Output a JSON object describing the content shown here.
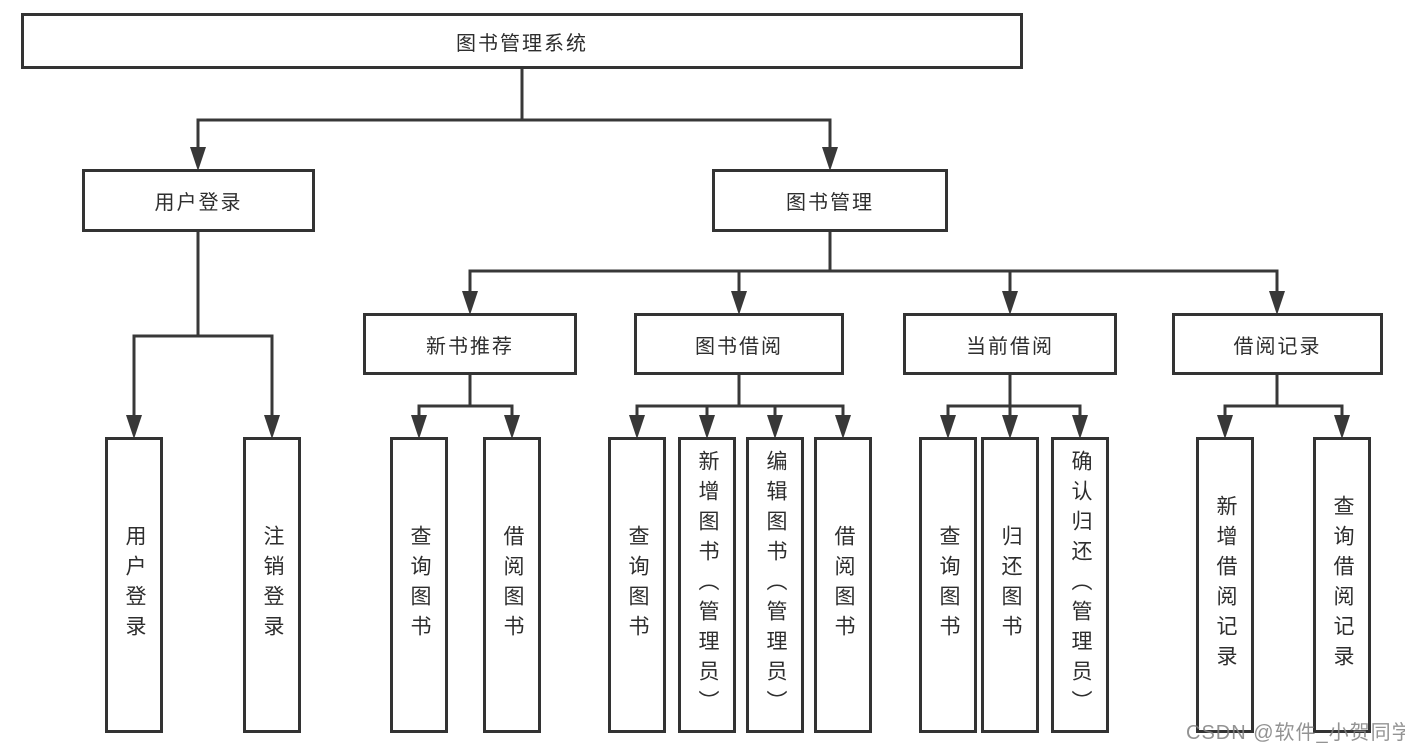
{
  "diagram": {
    "title": "图书管理系统",
    "level1": [
      {
        "id": "user-login",
        "label": "用户登录"
      },
      {
        "id": "book-management",
        "label": "图书管理"
      }
    ],
    "level2": [
      {
        "id": "new-book-recommend",
        "label": "新书推荐",
        "parent": "图书管理"
      },
      {
        "id": "book-borrowing",
        "label": "图书借阅",
        "parent": "图书管理"
      },
      {
        "id": "current-borrowing",
        "label": "当前借阅",
        "parent": "图书管理"
      },
      {
        "id": "borrowing-records",
        "label": "借阅记录",
        "parent": "图书管理"
      }
    ],
    "leaves": [
      {
        "id": "leaf-user-login",
        "label": "用户登录",
        "parent": "用户登录"
      },
      {
        "id": "leaf-logout",
        "label": "注销登录",
        "parent": "用户登录"
      },
      {
        "id": "leaf-query-books-recommend",
        "label": "查询图书",
        "parent": "新书推荐"
      },
      {
        "id": "leaf-borrow-books-recommend",
        "label": "借阅图书",
        "parent": "新书推荐"
      },
      {
        "id": "leaf-query-books-borrowing",
        "label": "查询图书",
        "parent": "图书借阅"
      },
      {
        "id": "leaf-add-books-admin",
        "label": "新增图书（管理员）",
        "parent": "图书借阅"
      },
      {
        "id": "leaf-edit-books-admin",
        "label": "编辑图书（管理员）",
        "parent": "图书借阅"
      },
      {
        "id": "leaf-borrow-books-borrowing",
        "label": "借阅图书",
        "parent": "图书借阅"
      },
      {
        "id": "leaf-query-books-current",
        "label": "查询图书",
        "parent": "当前借阅"
      },
      {
        "id": "leaf-return-books",
        "label": "归还图书",
        "parent": "当前借阅"
      },
      {
        "id": "leaf-confirm-return-admin",
        "label": "确认归还（管理员）",
        "parent": "当前借阅"
      },
      {
        "id": "leaf-add-borrow-record",
        "label": "新增借阅记录",
        "parent": "借阅记录"
      },
      {
        "id": "leaf-query-borrow-record",
        "label": "查询借阅记录",
        "parent": "借阅记录"
      }
    ],
    "watermark": "CSDN @软件_小贺同学",
    "colors": {
      "line": "#383838",
      "box_border": "#333333",
      "text": "#2e2e2e",
      "watermark": "#808080",
      "background": "#ffffff"
    }
  }
}
